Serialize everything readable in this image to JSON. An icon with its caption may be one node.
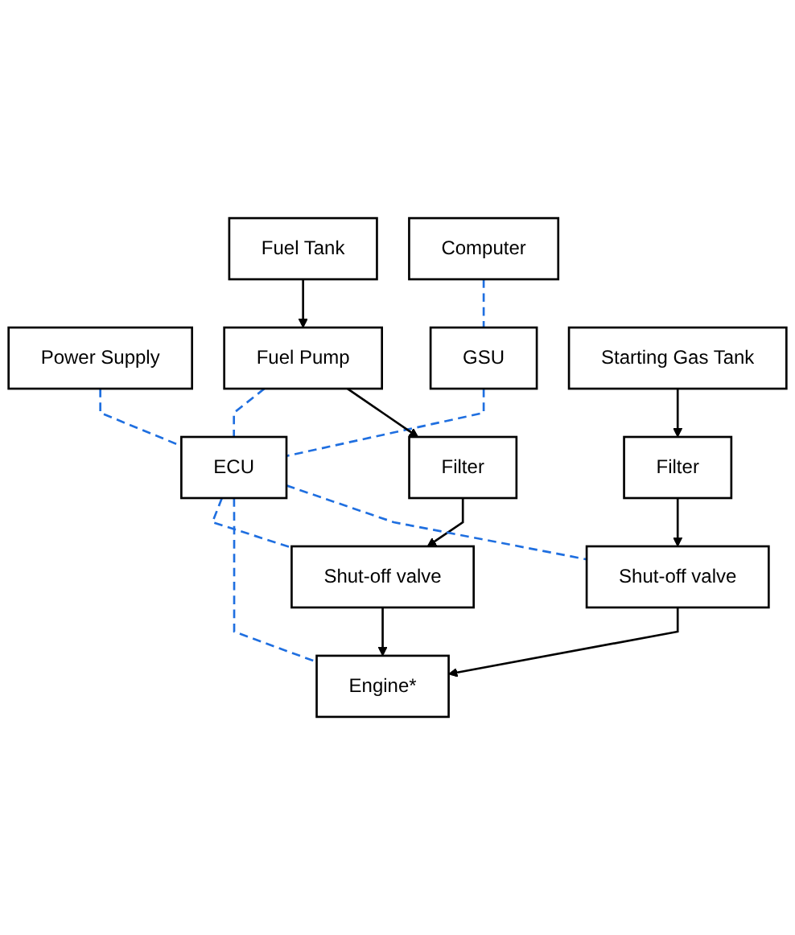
{
  "diagram": {
    "nodes": [
      {
        "text": [
          "Power Supply"
        ]
      },
      {
        "text": [
          "Computer"
        ]
      },
      {
        "text": [
          "Fuel Tank"
        ]
      },
      {
        "text": [
          "GSU"
        ]
      },
      {
        "text": [
          "Fuel Pump"
        ]
      },
      {
        "text": [
          "ECU"
        ]
      },
      {
        "text": [
          "Starting Gas Tank"
        ]
      },
      {
        "text": [
          "Filter"
        ]
      },
      {
        "text": [
          "Filter"
        ]
      },
      {
        "text": [
          "Shut-off valve"
        ]
      },
      {
        "text": [
          "Engine*"
        ]
      },
      {
        "text": [
          "Shut-off valve"
        ]
      }
    ],
    "edges": [
      {
        "from": 0,
        "to": 5,
        "arrow": "none",
        "style": "dashed",
        "color": "#1f6fe0"
      },
      {
        "from": 1,
        "to": 3,
        "arrow": "none",
        "style": "dashed",
        "color": "#1f6fe0"
      },
      {
        "from": 3,
        "to": 5,
        "arrow": "none",
        "style": "dashed",
        "color": "#1f6fe0"
      },
      {
        "from": 2,
        "to": 4,
        "arrow": "to",
        "color": "#000000"
      },
      {
        "from": 4,
        "to": 5,
        "arrow": "none",
        "style": "dashed",
        "color": "#1f6fe0"
      },
      {
        "from": 6,
        "to": 8,
        "arrow": "to",
        "color": "#000000"
      },
      {
        "from": 4,
        "to": 7,
        "arrow": "to",
        "color": "#000000"
      },
      {
        "from": 7,
        "to": 9,
        "arrow": "to",
        "color": "#000000"
      },
      {
        "from": 8,
        "to": 11,
        "arrow": "to",
        "color": "#000000"
      },
      {
        "from": 5,
        "to": 9,
        "arrow": "none",
        "style": "dashed",
        "color": "#1f6fe0"
      },
      {
        "from": 5,
        "to": 10,
        "arrow": "none",
        "style": "dashed",
        "color": "#1f6fe0"
      },
      {
        "from": 5,
        "to": 11,
        "arrow": "none",
        "style": "dashed",
        "color": "#1f6fe0"
      },
      {
        "from": 9,
        "to": 10,
        "arrow": "to",
        "color": "#000000"
      },
      {
        "from": 11,
        "to": 10,
        "arrow": "to",
        "color": "#000000"
      }
    ]
  }
}
